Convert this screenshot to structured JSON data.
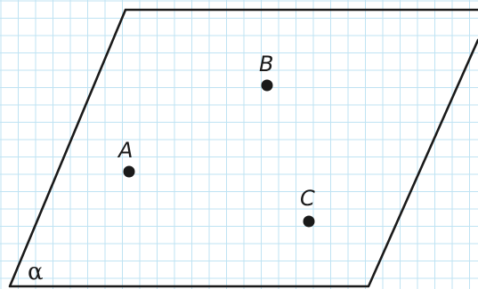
{
  "plane": {
    "label": "α"
  },
  "points": [
    {
      "label": "A"
    },
    {
      "label": "B"
    },
    {
      "label": "C"
    }
  ]
}
